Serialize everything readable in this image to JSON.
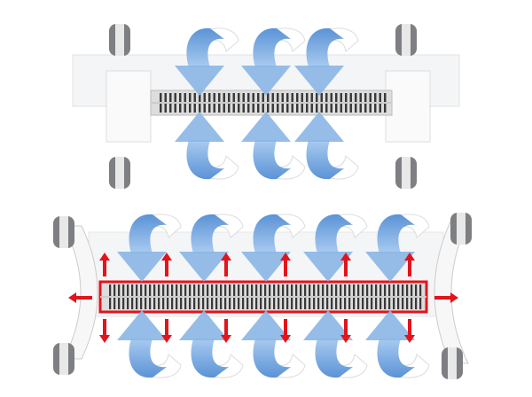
{
  "colors": {
    "airflow_blue": "#6fa3dc",
    "airflow_blue_light": "#a9cbf0",
    "heat_red": "#e3141b",
    "body_white": "#f4f5f6",
    "grille_dark": "#3a3a3a",
    "wheel_gray": "#7d7f82"
  },
  "top_heater": {
    "airflow_arrow_pairs": 3
  },
  "bottom_heater": {
    "airflow_arrow_pairs": 5,
    "heat_arrow_columns": 6
  }
}
